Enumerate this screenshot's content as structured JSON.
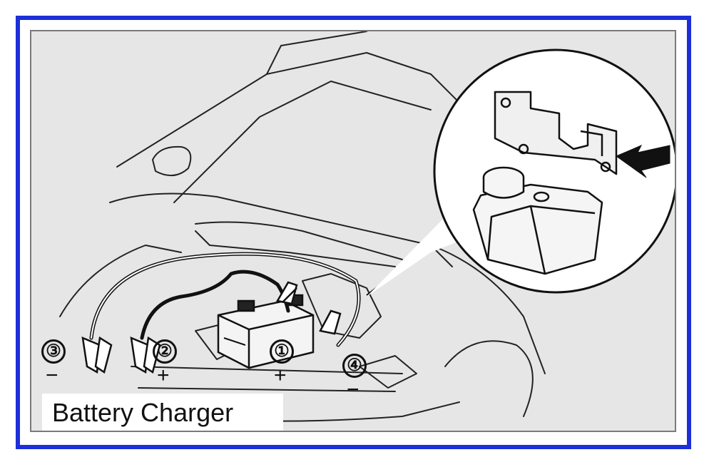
{
  "labels": {
    "terminal_3": {
      "number": "③",
      "sign": "−"
    },
    "terminal_2": {
      "number": "②",
      "sign": "+"
    },
    "terminal_1": {
      "number": "①",
      "sign": "+"
    },
    "terminal_4": {
      "number": "④",
      "sign": "−"
    }
  },
  "charger_label": "Battery Charger",
  "colors": {
    "frame_border": "#1c2fd9",
    "panel_background": "#e6e6e6",
    "line_art": "#222222"
  },
  "icons": {
    "detail_arrow": "arrow-icon",
    "clamps": "alligator-clamp-icon"
  }
}
